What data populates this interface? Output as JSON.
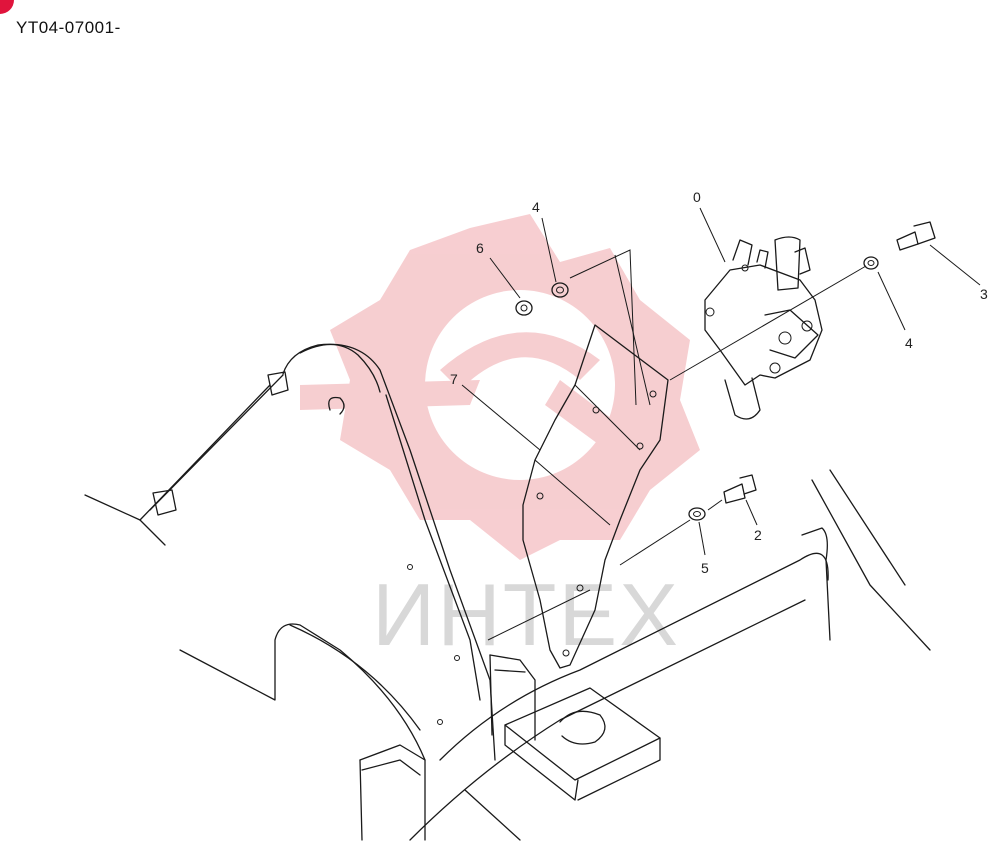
{
  "header": {
    "doc_code": "YT04-07001-",
    "badge_color": "#e0143c"
  },
  "watermark": {
    "text": "ИНТЕХ",
    "gear_color": "#f6c9cc"
  },
  "callouts": [
    {
      "id": "c0",
      "label": "0"
    },
    {
      "id": "c2",
      "label": "2"
    },
    {
      "id": "c3",
      "label": "3"
    },
    {
      "id": "c4a",
      "label": "4"
    },
    {
      "id": "c4b",
      "label": "4"
    },
    {
      "id": "c5",
      "label": "5"
    },
    {
      "id": "c6",
      "label": "6"
    },
    {
      "id": "c7",
      "label": "7"
    }
  ]
}
